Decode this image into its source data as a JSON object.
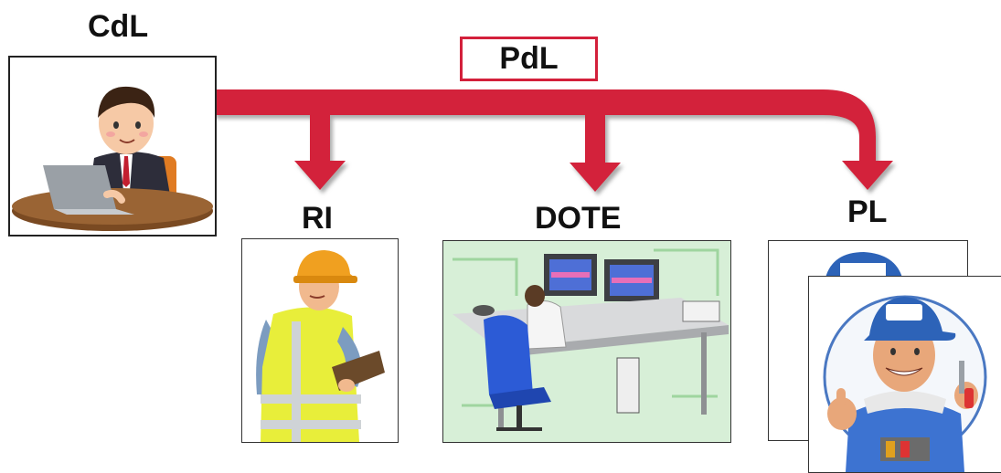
{
  "nodes": {
    "cdl": {
      "label": "CdL"
    },
    "pdl": {
      "label": "PdL"
    },
    "ri": {
      "label": "RI"
    },
    "dote": {
      "label": "DOTE"
    },
    "pl": {
      "label": "PL"
    }
  },
  "colors": {
    "arrow": "#d3203b",
    "arrow_shadow": "#8c8c8c",
    "pdl_border": "#d3203b"
  },
  "icons": {
    "cdl": "manager-at-laptop-icon",
    "ri": "construction-inspector-icon",
    "dote": "control-room-workstation-icon",
    "pl": "repairman-technician-icon"
  }
}
